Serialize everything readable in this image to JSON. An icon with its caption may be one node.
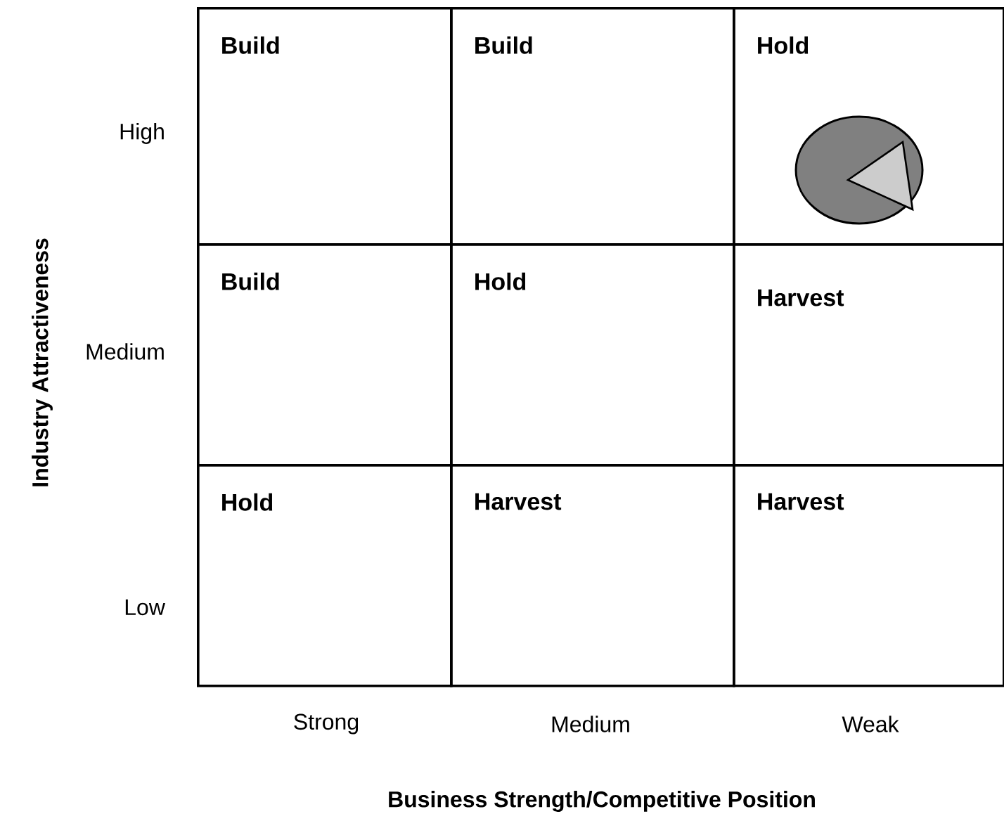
{
  "diagram": {
    "nodes": [
      {
        "text": [
          "Build"
        ]
      },
      {
        "text": [
          "Build"
        ]
      },
      {
        "text": [
          "Hold"
        ]
      },
      {
        "text": [
          "Build"
        ]
      },
      {
        "text": [
          "Hold"
        ]
      },
      {
        "text": [
          "Harvest"
        ]
      },
      {
        "text": [
          "Hold"
        ]
      },
      {
        "text": [
          "Harvest"
        ]
      },
      {
        "text": [
          "Harvest"
        ]
      }
    ],
    "labels": [
      "Industry Attractiveness",
      "High",
      "Medium",
      "Low",
      "Strong",
      "Medium",
      "Weak",
      "Business Strength/Competitive Position"
    ]
  }
}
